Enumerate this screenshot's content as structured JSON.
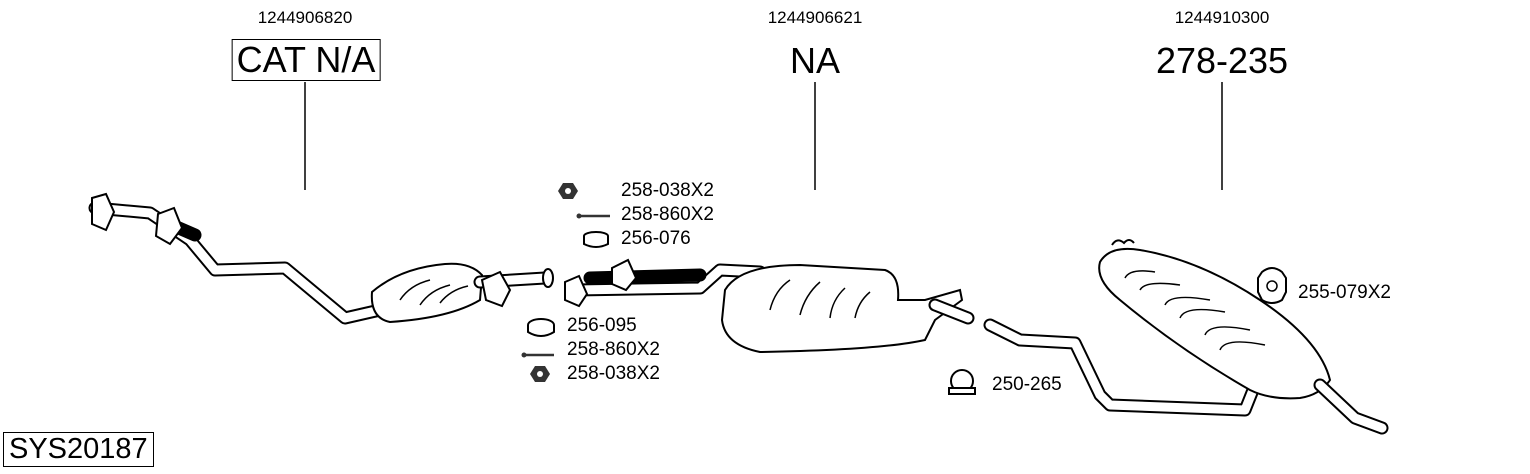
{
  "assemblies": [
    {
      "part_number": "1244906820",
      "label": "CAT N/A"
    },
    {
      "part_number": "1244906621",
      "label": "NA"
    },
    {
      "part_number": "1244910300",
      "label": "278-235"
    }
  ],
  "fittings_upper": [
    {
      "icon": "nut-icon",
      "code": "258-038X2"
    },
    {
      "icon": "bolt-icon",
      "code": "258-860X2"
    },
    {
      "icon": "ring-gasket-icon",
      "code": "256-076"
    }
  ],
  "fittings_lower": [
    {
      "icon": "ring-gasket-icon",
      "code": "256-095"
    },
    {
      "icon": "bolt-icon",
      "code": "258-860X2"
    },
    {
      "icon": "nut-icon",
      "code": "258-038X2"
    }
  ],
  "rubber_mount": {
    "icon": "rubber-mount-icon",
    "code": "255-079X2"
  },
  "clamp": {
    "icon": "clamp-icon",
    "code": "250-265"
  },
  "system_id": "SYS20187"
}
